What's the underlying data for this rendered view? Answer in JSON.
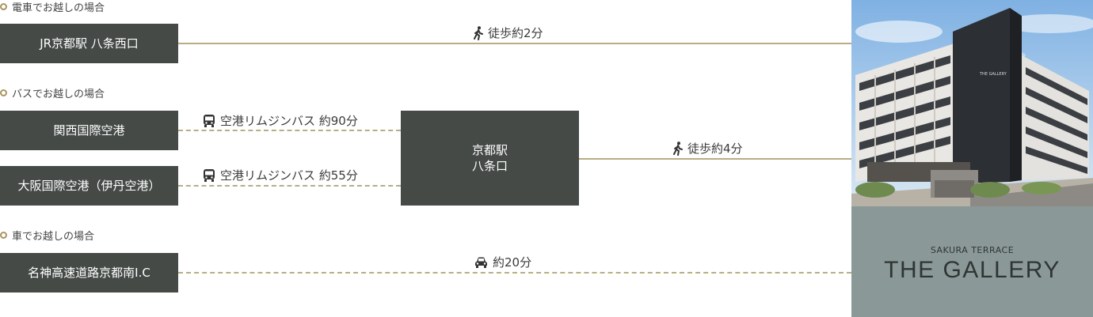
{
  "sections": {
    "train": {
      "label": "電車でお越しの場合"
    },
    "bus": {
      "label": "バスでお越しの場合"
    },
    "car": {
      "label": "車でお越しの場合"
    }
  },
  "origins": {
    "train": "JR京都駅 八条西口",
    "bus_kansai": "関西国際空港",
    "bus_osaka": "大阪国際空港（伊丹空港）",
    "car": "名神高速道路京都南I.C"
  },
  "hub": {
    "line1": "京都駅",
    "line2": "八条口"
  },
  "routes": {
    "train_walk": {
      "icon": "walking-icon",
      "text": "徒歩約2分"
    },
    "bus_kansai": {
      "icon": "bus-icon",
      "text": "空港リムジンバス 約90分"
    },
    "bus_osaka": {
      "icon": "bus-icon",
      "text": "空港リムジンバス 約55分"
    },
    "hub_walk": {
      "icon": "walking-icon",
      "text": "徒歩約4分"
    },
    "car": {
      "icon": "car-icon",
      "text": "約20分"
    }
  },
  "destination": {
    "sub": "SAKURA TERRACE",
    "name": "THE GALLERY",
    "photo_sign": "THE GALLERY"
  },
  "colors": {
    "box": "#454a47",
    "line": "#b8ad84",
    "accent_dot": "#a89560",
    "brand_panel": "#8a9998"
  }
}
